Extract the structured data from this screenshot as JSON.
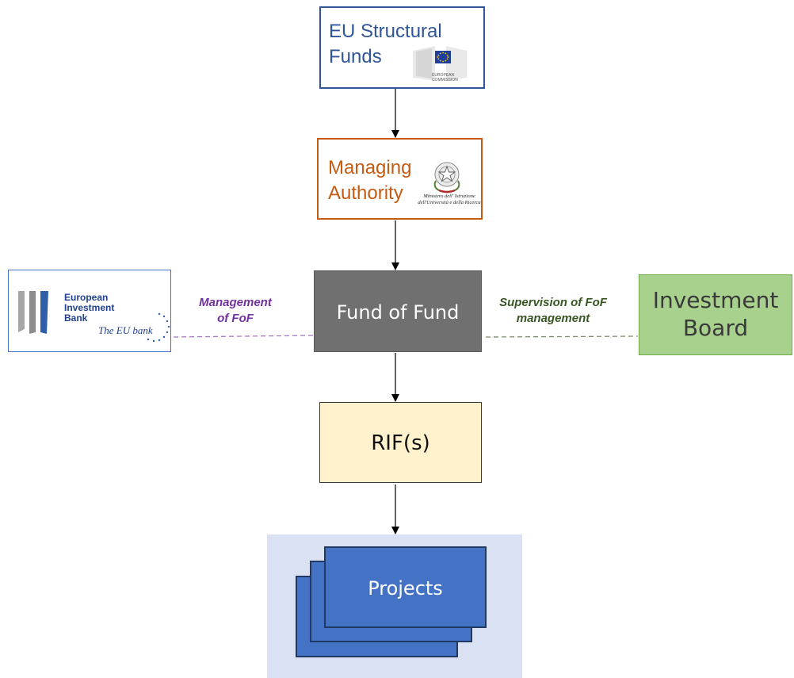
{
  "nodes": {
    "eu_structural_funds": {
      "label": "EU Structural\nFunds",
      "logo_caption": "EUROPEAN\nCOMMISSION",
      "colors": {
        "border": "#2f5597",
        "text": "#2f5597"
      }
    },
    "managing_authority": {
      "label": "Managing\nAuthority",
      "emblem_caption": "Ministero dell' Istruzione\ndell'Università e della Ricerca",
      "colors": {
        "border": "#c55a11",
        "text": "#c55a11"
      }
    },
    "european_investment_bank": {
      "name": "European\nInvestment\nBank",
      "tagline": "The EU bank",
      "colors": {
        "border": "#4472c4",
        "text": "#1f3f8f"
      }
    },
    "fund_of_fund": {
      "label": "Fund of Fund",
      "colors": {
        "fill": "#707070",
        "text": "#ffffff"
      }
    },
    "investment_board": {
      "label": "Investment\nBoard",
      "colors": {
        "fill": "#a9d18e",
        "border": "#70ad47"
      }
    },
    "rifs": {
      "label": "RIF(s)",
      "colors": {
        "fill": "#fff2cc"
      }
    },
    "projects": {
      "label": "Projects",
      "colors": {
        "fill": "#4472c4",
        "background": "#d9e1f2"
      }
    }
  },
  "relations": {
    "management": {
      "label": "Management\nof FoF",
      "color": "#7030a0"
    },
    "supervision": {
      "label": "Supervision of FoF\nmanagement",
      "color": "#375623"
    }
  }
}
